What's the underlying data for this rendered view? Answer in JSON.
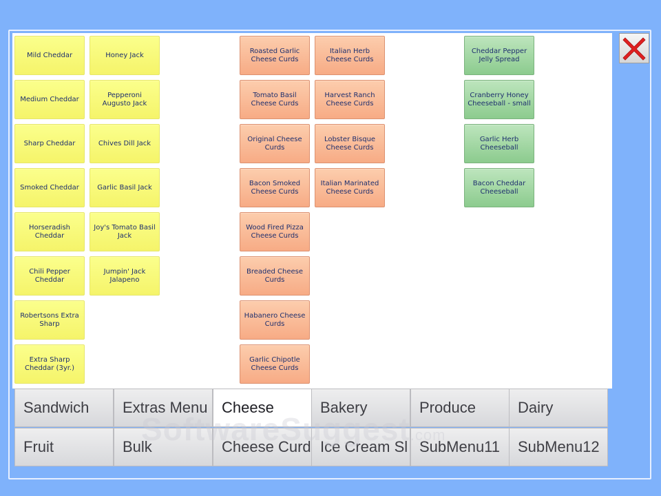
{
  "close_button": {
    "icon": "close-icon",
    "color": "#e02020"
  },
  "products": {
    "column1": [
      "Mild Cheddar",
      "Medium Cheddar",
      "Sharp Cheddar",
      "Smoked Cheddar",
      "Horseradish Cheddar",
      "Chili Pepper Cheddar",
      "Robertsons Extra Sharp",
      "Extra Sharp Cheddar (3yr.)"
    ],
    "column2": [
      "Honey Jack",
      "Pepperoni Augusto Jack",
      "Chives  Dill Jack",
      "Garlic  Basil Jack",
      "Joy's Tomato Basil Jack",
      "Jumpin' Jack Jalapeno"
    ],
    "column3": [
      "Roasted Garlic Cheese Curds",
      "Tomato Basil Cheese Curds",
      "Original Cheese Curds",
      "Bacon Smoked Cheese Curds",
      "Wood Fired Pizza Cheese Curds",
      "Breaded Cheese Curds",
      "Habanero Cheese Curds",
      "Garlic Chipotle Cheese Curds"
    ],
    "column4": [
      "Italian Herb Cheese Curds",
      "Harvest Ranch Cheese Curds",
      "Lobster Bisque Cheese Curds",
      "Italian Marinated Cheese Curds"
    ],
    "column5": [
      "Cheddar Pepper Jelly Spread",
      "Cranberry Honey Cheeseball - small",
      "Garlic Herb Cheeseball",
      "Bacon Cheddar Cheeseball"
    ]
  },
  "colors": {
    "yellow": "#f5f46a",
    "orange": "#f7ab85",
    "green": "#8ccb8e",
    "background": "#7fb2fb"
  },
  "tabs": {
    "row1": [
      "Sandwich",
      "Extras Menu",
      "Cheese",
      "Bakery",
      "Produce",
      "Dairy"
    ],
    "row2": [
      "Fruit",
      "Bulk",
      "Cheese Curd",
      "Ice Cream Sl",
      "SubMenu11",
      "SubMenu12"
    ],
    "active": "Cheese"
  },
  "watermark": {
    "main": "SoftwareSuggest",
    "suffix": ".com"
  }
}
